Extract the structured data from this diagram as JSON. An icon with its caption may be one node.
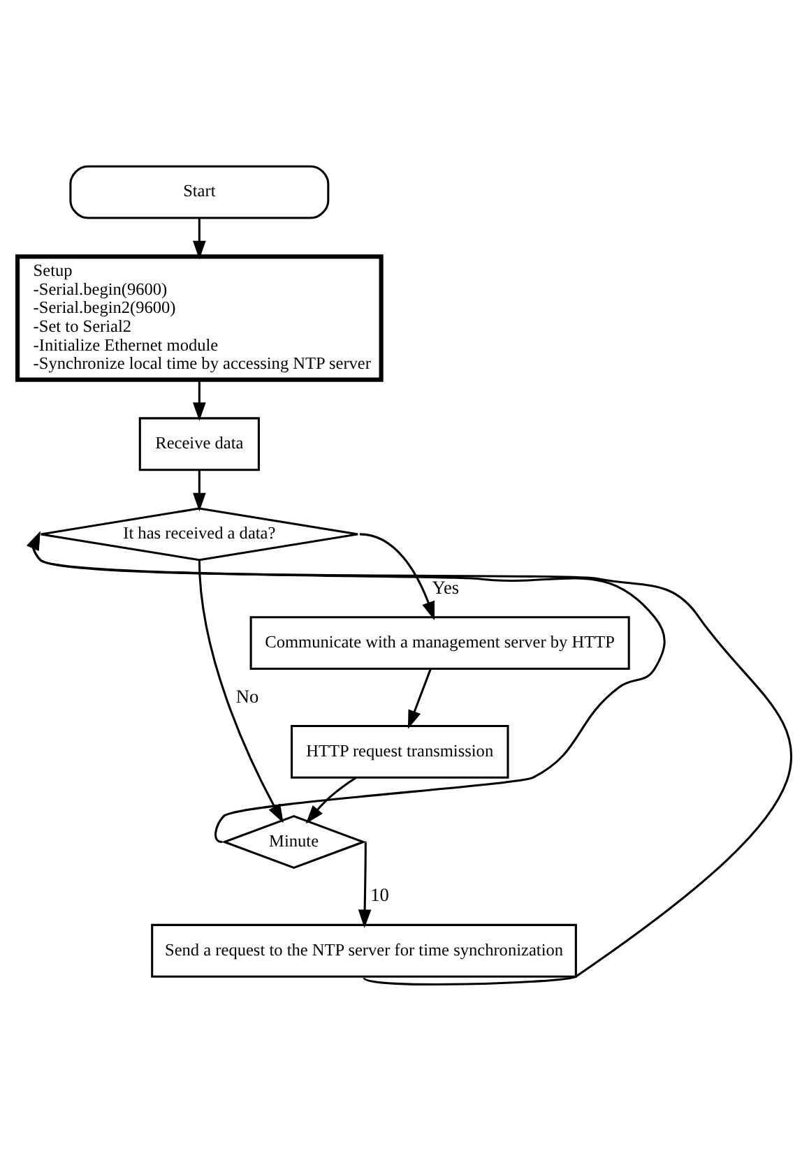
{
  "diagram": {
    "nodes": [
      {
        "text": [
          "Start"
        ]
      },
      {
        "text": [
          "Setup",
          "-Serial.begin(9600)",
          "-Serial.begin2(9600)",
          "-Set to Serial2",
          "-Initialize Ethernet module",
          "-Synchronize local time by accessing NTP server"
        ]
      },
      {
        "text": [
          "Receive data"
        ]
      },
      {
        "text": [
          "It has received a data?"
        ]
      },
      {
        "text": [
          "Communicate with a management server by HTTP"
        ]
      },
      {
        "text": [
          "HTTP request transmission"
        ]
      },
      {
        "text": [
          "Minute"
        ]
      },
      {
        "text": [
          "Send a request to the NTP server for time synchronization"
        ]
      }
    ],
    "edges": [
      {
        "from": 0,
        "to": 1,
        "arrow": "to"
      },
      {
        "from": 1,
        "to": 2,
        "arrow": "to"
      },
      {
        "from": 2,
        "to": 3,
        "arrow": "to"
      },
      {
        "from": 3,
        "to": 4,
        "arrow": "to",
        "label": "Yes"
      },
      {
        "from": 4,
        "to": 5,
        "arrow": "to"
      },
      {
        "from": 5,
        "to": 6,
        "arrow": "to"
      },
      {
        "from": 3,
        "to": 6,
        "arrow": "to",
        "label": "No"
      },
      {
        "from": 6,
        "to": 7,
        "arrow": "to",
        "label": "10"
      },
      {
        "from": 7,
        "to": 3,
        "arrow": "to"
      },
      {
        "from": 6,
        "to": 3,
        "arrow": "to"
      }
    ]
  }
}
